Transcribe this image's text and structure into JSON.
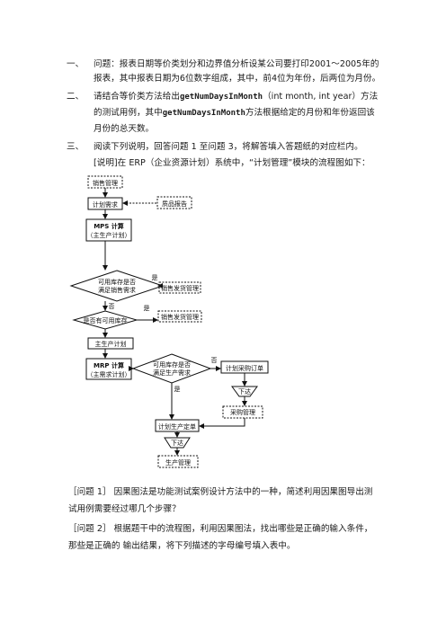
{
  "questions": [
    {
      "num": "一、",
      "line1": "问题：报表日期等价类划分和边界值分析设某公司要打印2001～2005年的",
      "line2": "报表，其中报表日期为6位数字组成，其中，前4位为年份，后两位为月份。"
    },
    {
      "num": "二、",
      "line1_pre": "请结合等价类方法给出",
      "func1": "getNumDaysInMonth",
      "line1_post": "（int month, int year）方法",
      "line2_pre": "的测试用例，其中",
      "func2": "getNumDaysInMonth",
      "line2_post": "方法根据给定的月份和年份返回该",
      "line3": "月份的总天数。"
    },
    {
      "num": "三、",
      "line1": "阅读下列说明，回答问题  1  至问题  3，将解答填入答题纸的对应栏内。",
      "line2": "[说明]在 ERP（企业资源计划）系统中，“计划管理”模块的流程图如下："
    }
  ],
  "flowchart": {
    "nodes": {
      "sales_mgmt": "销售管理",
      "plan_demand": "计划需求",
      "product_report": "质品报告",
      "mps1": "MPS 计算",
      "mps2": "（主生产计划）",
      "decision1a": "可用库存是否",
      "decision1b": "满足销售需求",
      "sales_ship1": "销售发货管理",
      "decision2": "是否有可用库存",
      "sales_ship2": "销售发货管理",
      "master_plan": "主生产计划",
      "mrp1": "MRP 计算",
      "mrp2": "（主需求计划）",
      "decision3a": "可用库存是否",
      "decision3b": "满足生产需求",
      "purchase_order": "计划采购订单",
      "issue1": "下达",
      "purchase_mgmt": "采购管理",
      "production_order": "计划生产定单",
      "issue2": "下达",
      "production_mgmt": "生产管理"
    },
    "labels": {
      "yes1": "是",
      "no1": "否",
      "yes2": "是",
      "no3": "否",
      "yes3": "是"
    }
  },
  "bottom": {
    "q1_line1": "［问题 1］  因果图法是功能测试案例设计方法中的一种，简述利用因果图导出测",
    "q1_line2": "试用例需要经过哪几个步骤？",
    "q2_line1": "［问题 2］  根据题干中的流程图，利用因果图法，找出哪些是正确的输入条件，",
    "q2_line2": "那些是正确的  输出结果，将下列描述的字母编号填入表中。"
  }
}
